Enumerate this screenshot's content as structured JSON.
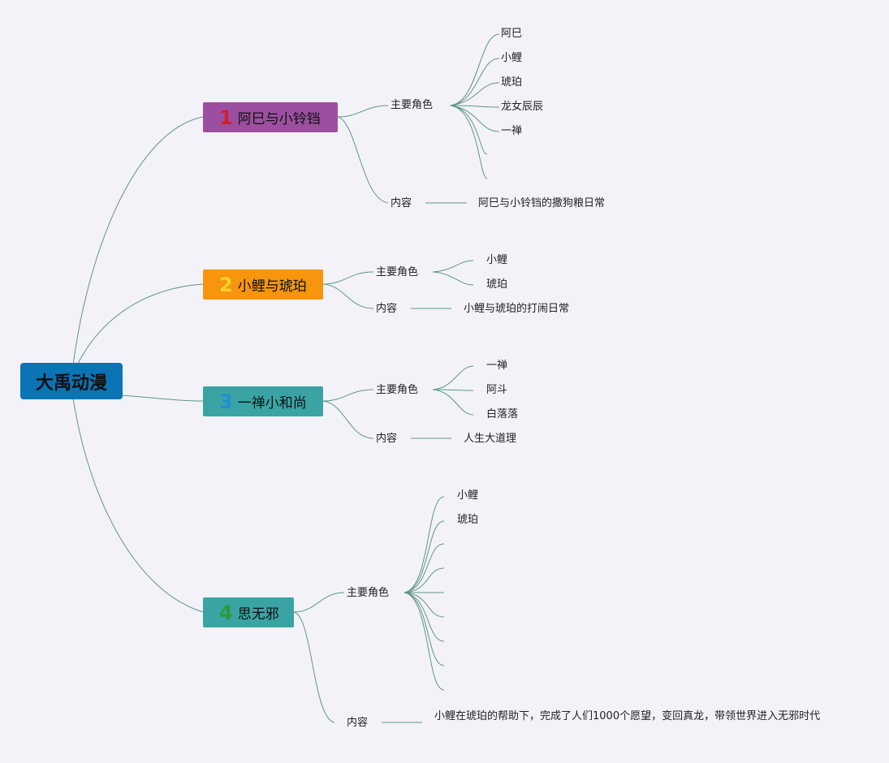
{
  "root": {
    "label": "大禹动漫",
    "color": "#0b74b5"
  },
  "branches": [
    {
      "number": "1",
      "title": "阿巳与小铃铛",
      "color": "#9c4fa0",
      "number_color": "#d11f2c",
      "roles_label": "主要角色",
      "roles": [
        "阿巳",
        "小鲤",
        "琥珀",
        "龙女辰辰",
        "一禅",
        "",
        ""
      ],
      "content_label": "内容",
      "content": "阿巳与小铃铛的撒狗粮日常"
    },
    {
      "number": "2",
      "title": "小鲤与琥珀",
      "color": "#f7950e",
      "number_color": "#f7d12e",
      "roles_label": "主要角色",
      "roles": [
        "小鲤",
        "琥珀"
      ],
      "content_label": "内容",
      "content": "小鲤与琥珀的打闹日常"
    },
    {
      "number": "3",
      "title": "一禅小和尚",
      "color": "#3aa4a4",
      "number_color": "#1f8fd6",
      "roles_label": "主要角色",
      "roles": [
        "一禅",
        "阿斗",
        "白落落"
      ],
      "content_label": "内容",
      "content": "人生大道理"
    },
    {
      "number": "4",
      "title": "思无邪",
      "color": "#3aa4a4",
      "number_color": "#2a9a3a",
      "roles_label": "主要角色",
      "roles": [
        "小鲤",
        "琥珀",
        "",
        "",
        "",
        "",
        "",
        "",
        ""
      ],
      "content_label": "内容",
      "content": "小鲤在琥珀的帮助下，完成了人们1000个愿望，变回真龙，带领世界进入无邪时代"
    }
  ],
  "line_color": "#5f968c"
}
